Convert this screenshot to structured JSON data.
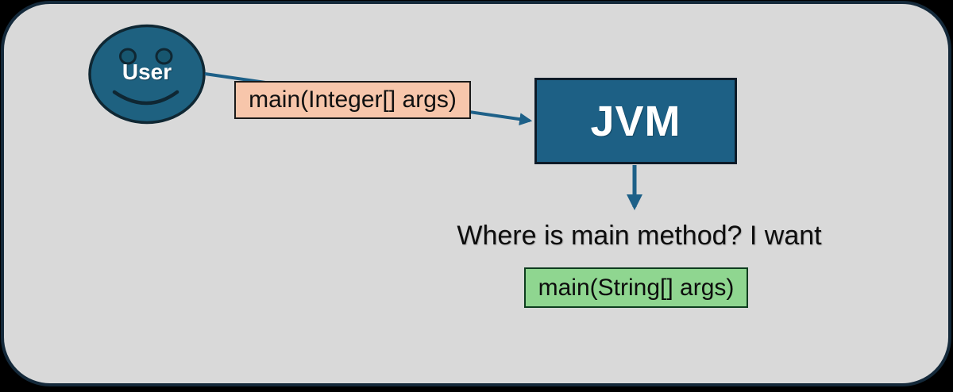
{
  "colors": {
    "outer_bg": "#000000",
    "canvas_bg": "#d9d9d9",
    "canvas_border": "#14293a",
    "arrow": "#1d6088",
    "face_fill": "#1e6180",
    "face_feature": "#17566f",
    "face_stroke": "#0f2733",
    "jvm_fill": "#1d6085",
    "jvm_border": "#0d1b28",
    "call_box_fill": "#f7c6ab",
    "call_box_border": "#1a1a1a",
    "expected_box_fill": "#8fd690",
    "expected_box_border": "#0e3d1f",
    "text": "#0d0d0d",
    "user_label_text": "#ffffff"
  },
  "user": {
    "label": "User"
  },
  "call_box": {
    "text": "main(Integer[] args)"
  },
  "jvm_box": {
    "label": "JVM"
  },
  "question": {
    "text": "Where is main method? I want"
  },
  "expected_box": {
    "text": "main(String[] args)"
  }
}
